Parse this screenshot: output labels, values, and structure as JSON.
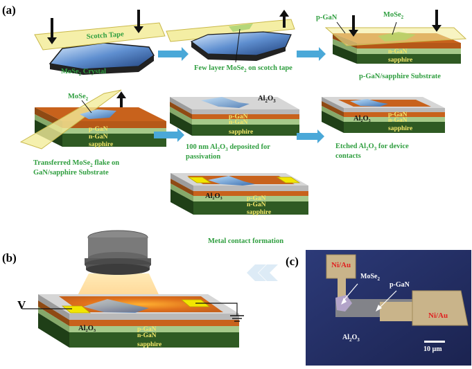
{
  "panels": {
    "a": "(a)",
    "b": "(b)",
    "c": "(c)"
  },
  "step1": {
    "scotch_tape": "Scotch Tape",
    "crystal": "MoSe",
    "crystal_sub": "2",
    "crystal_tail": " Crystal"
  },
  "step2": {
    "caption_1": "Few layer MoSe",
    "caption_sub": "2",
    "caption_2": " on scotch tape"
  },
  "step3": {
    "p_gan": "p-GaN",
    "mose2": "MoSe",
    "mose2_sub": "2",
    "n_gan": "n-GaN",
    "sapphire": "sapphire",
    "caption": "p-GaN/sapphire Substrate"
  },
  "step4": {
    "mose2": "MoSe",
    "mose2_sub": "2",
    "p_gan": "p-GaN",
    "n_gan": "n-GaN",
    "sapphire": "sapphire",
    "caption_1a": "Transferred MoSe",
    "caption_1sub": "2",
    "caption_1b": " flake on",
    "caption_2": "GaN/sapphire Substrate"
  },
  "step5": {
    "al2o3": "Al",
    "al_sub": "2",
    "o": "O",
    "o_sub": "3",
    "p_gan": "p-GaN",
    "n_gan": "n-GaN",
    "sapphire": "sapphire",
    "caption_1a": "100 nm Al",
    "caption_1b": "O",
    "caption_1c": " deposited for",
    "caption_2": "passivation"
  },
  "step6": {
    "al2o3": "Al",
    "p_gan": "p-GaN",
    "n_gan": "n-GaN",
    "sapphire": "sapphire",
    "caption_1a": "Etched Al",
    "caption_1b": "O",
    "caption_1c": " for device",
    "caption_2": "contacts"
  },
  "step7": {
    "al2o3": "Al",
    "p_gan": "p-GaN",
    "n_gan": "n-GaN",
    "sapphire": "sapphire",
    "caption": "Metal contact formation"
  },
  "panel_b": {
    "v": "V",
    "al2o3": "Al",
    "p_gan": "p-GaN",
    "n_gan": "n-GaN",
    "sapphire": "sapphire"
  },
  "panel_c": {
    "ni_au_left": "Ni/Au",
    "ni_au_right": "Ni/Au",
    "mose2": "MoSe",
    "mose2_sub": "2",
    "p_gan": "p-GaN",
    "al2o3": "Al",
    "al_sub": "2",
    "o": "O",
    "o_sub": "3",
    "scale": "10 µm"
  },
  "colors": {
    "tape": "#f3ec9a",
    "arrow": "#4aa8d8",
    "p_gan": "#c8621c",
    "n_gan": "#a6c98a",
    "sapphire": "#2f5a23",
    "al2o3": "#d6d6d6",
    "flake": "#5b9bd5",
    "contact": "#f2e600"
  }
}
